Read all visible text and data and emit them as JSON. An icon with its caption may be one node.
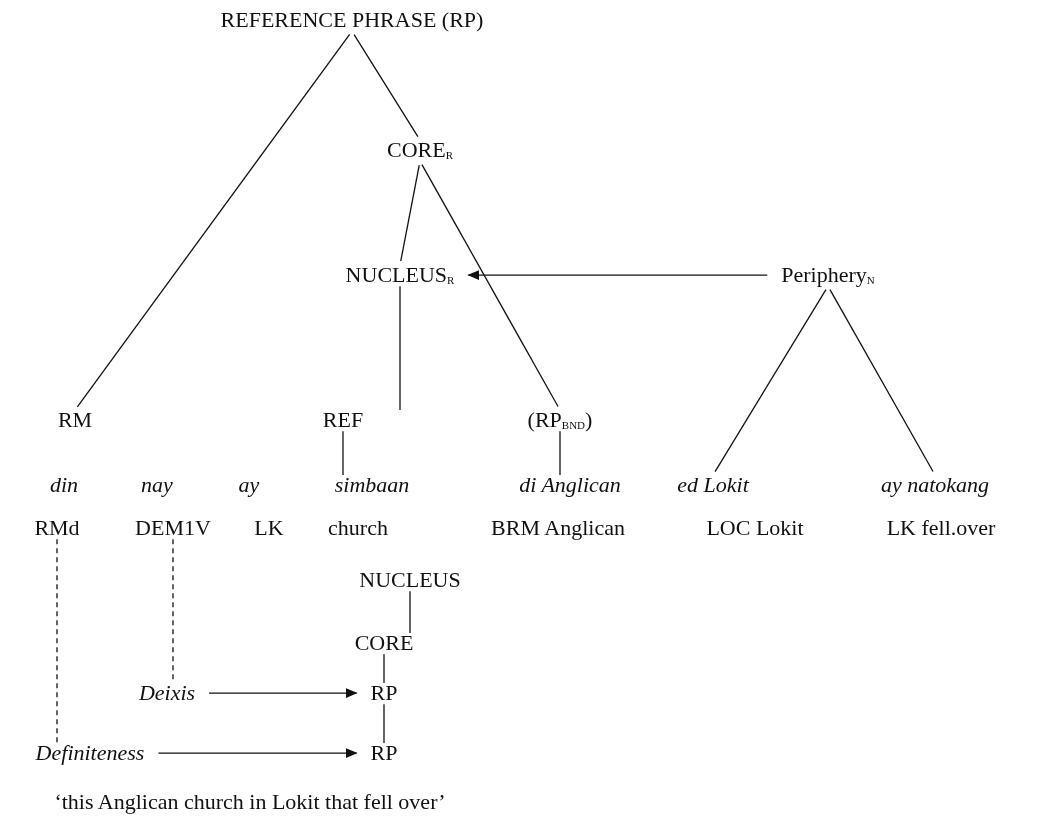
{
  "diagram": {
    "caption": "‘this Anglican church in Lokit that fell over’",
    "nodes": [
      {
        "text": [
          "REFERENCE PHRASE (RP)"
        ]
      },
      {
        "text": [
          "CORE$_{R}$"
        ]
      },
      {
        "text": [
          "NUCLEUS$_{R}$"
        ]
      },
      {
        "text": [
          "Periphery$_{N}$"
        ]
      },
      {
        "text": [
          "RM"
        ]
      },
      {
        "text": [
          "REF"
        ]
      },
      {
        "text": [
          "(RP$_{BND}$)"
        ]
      },
      {
        "text": [
          "simbaan"
        ]
      },
      {
        "text": [
          "di Anglican"
        ]
      },
      {
        "text": [
          "ed Lokit"
        ]
      },
      {
        "text": [
          "ay natokang"
        ]
      },
      {
        "text": [
          "RMd"
        ]
      },
      {
        "text": [
          "DEM1V"
        ]
      },
      {
        "text": [
          "NUCLEUS"
        ]
      },
      {
        "text": [
          "CORE"
        ]
      },
      {
        "text": [
          "Deixis"
        ]
      },
      {
        "text": [
          "RP"
        ]
      },
      {
        "text": [
          "Definiteness"
        ]
      },
      {
        "text": [
          "RP"
        ]
      }
    ],
    "edges": [
      {
        "from": 0,
        "to": 1,
        "arrow": "none"
      },
      {
        "from": 0,
        "to": 4,
        "arrow": "none"
      },
      {
        "from": 1,
        "to": 2,
        "arrow": "none"
      },
      {
        "from": 1,
        "to": 6,
        "arrow": "none"
      },
      {
        "from": 2,
        "to": 5,
        "arrow": "none"
      },
      {
        "from": 5,
        "to": 7,
        "arrow": "none"
      },
      {
        "from": 6,
        "to": 8,
        "arrow": "none"
      },
      {
        "from": 3,
        "to": 2,
        "arrow": "to"
      },
      {
        "from": 3,
        "to": 9,
        "arrow": "none"
      },
      {
        "from": 3,
        "to": 10,
        "arrow": "none"
      },
      {
        "from": 11,
        "to": 17,
        "arrow": "none",
        "style": "dashed"
      },
      {
        "from": 12,
        "to": 15,
        "arrow": "none",
        "style": "dashed"
      },
      {
        "from": 13,
        "to": 14,
        "arrow": "none"
      },
      {
        "from": 14,
        "to": 16,
        "arrow": "none"
      },
      {
        "from": 16,
        "to": 18,
        "arrow": "none"
      },
      {
        "from": 15,
        "to": 16,
        "arrow": "to"
      },
      {
        "from": 17,
        "to": 18,
        "arrow": "to"
      }
    ],
    "labels": [
      "din",
      "nay",
      "ay",
      "LK",
      "church",
      "BRM Anglican",
      "LOC Lokit",
      "LK fell.over"
    ]
  }
}
